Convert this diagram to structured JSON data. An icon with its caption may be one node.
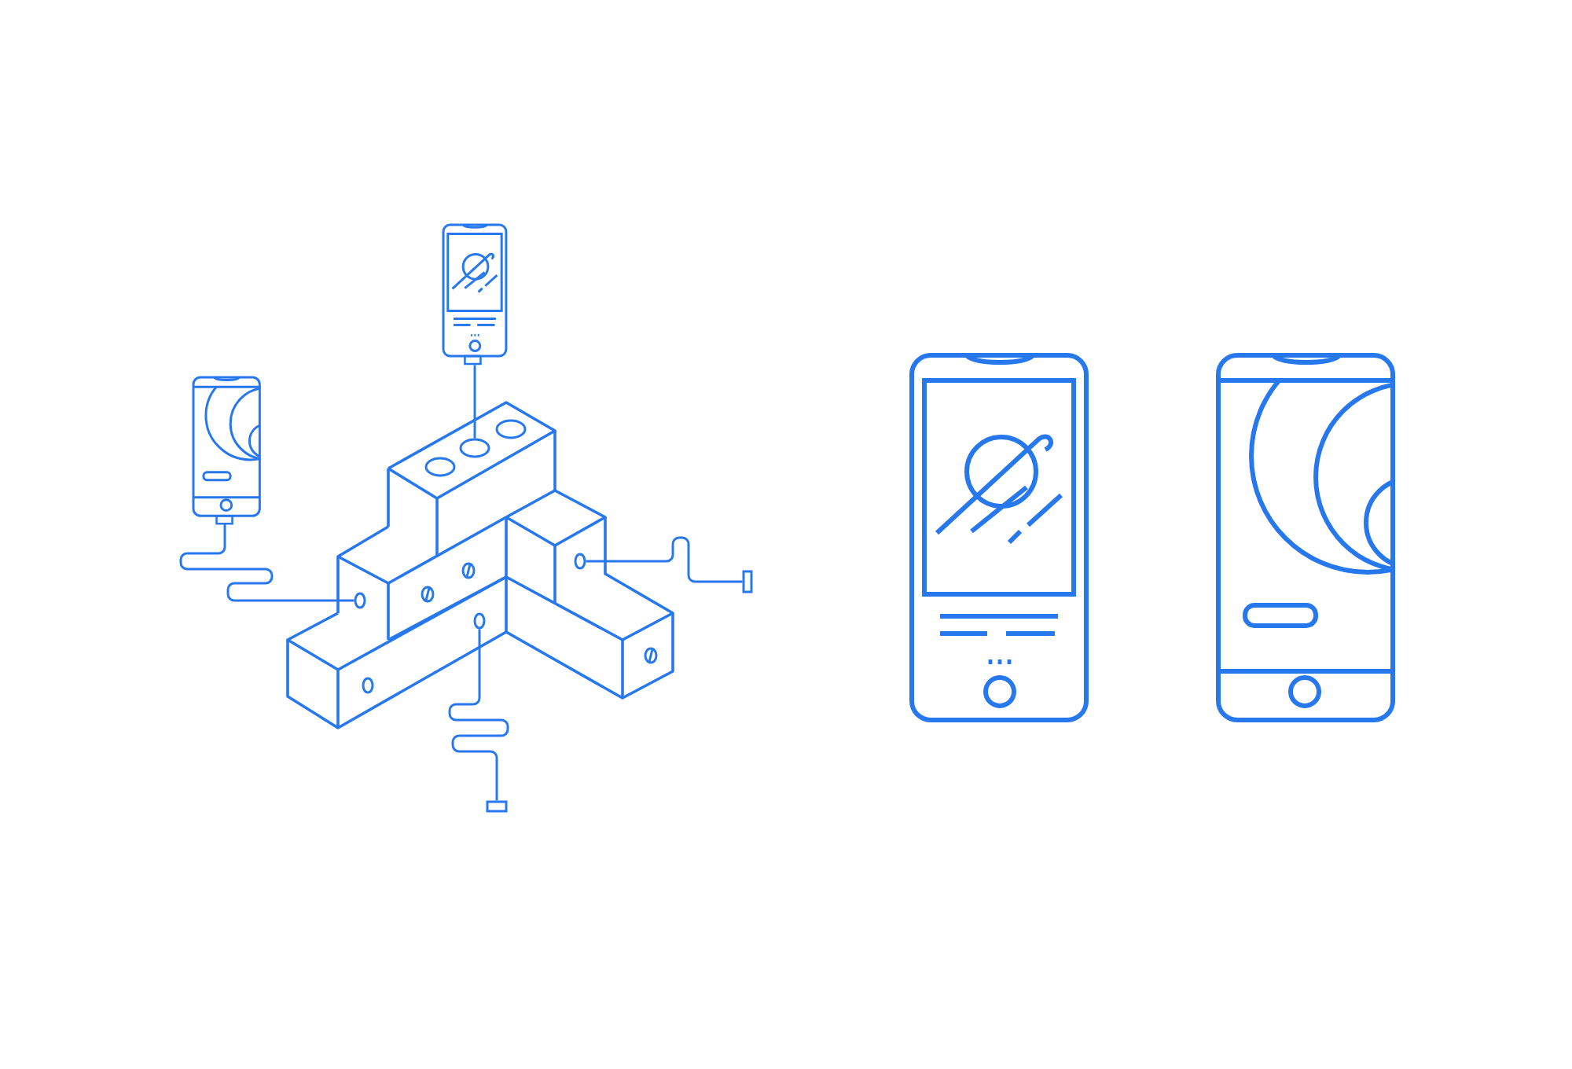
{
  "diagram": {
    "nodes": [
      {
        "text": [],
        "shape": "picture"
      },
      {
        "text": [],
        "shape": "picture"
      },
      {
        "text": [],
        "shape": "picture"
      },
      {
        "text": [],
        "shape": "circle",
        "in": 2
      },
      {
        "text": [],
        "shape": "circle",
        "in": 2
      },
      {
        "text": [],
        "shape": "circle",
        "in": 2
      },
      {
        "text": [],
        "shape": "circle",
        "in": 2
      },
      {
        "text": [],
        "shape": "box"
      },
      {
        "text": [],
        "shape": "box"
      },
      {
        "text": [],
        "shape": "picture"
      },
      {
        "text": [],
        "shape": "picture"
      }
    ],
    "edges": [
      {
        "from": 0,
        "to": 3,
        "arrow": "none"
      },
      {
        "from": 1,
        "to": 4,
        "arrow": "none"
      },
      {
        "from": 5,
        "to": 7,
        "arrow": "none"
      },
      {
        "from": 6,
        "to": 8,
        "arrow": "none"
      }
    ]
  }
}
